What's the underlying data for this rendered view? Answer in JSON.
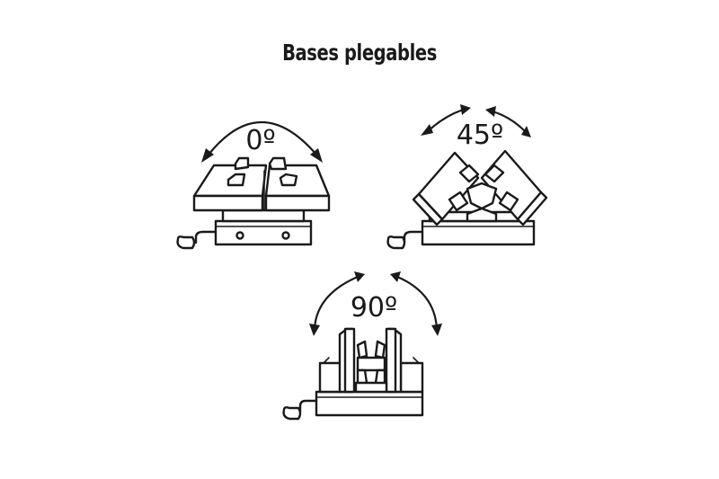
{
  "title": "Bases plegables",
  "positions": [
    {
      "id": "0",
      "label": "0º"
    },
    {
      "id": "45",
      "label": "45º"
    },
    {
      "id": "90",
      "label": "90º"
    }
  ]
}
